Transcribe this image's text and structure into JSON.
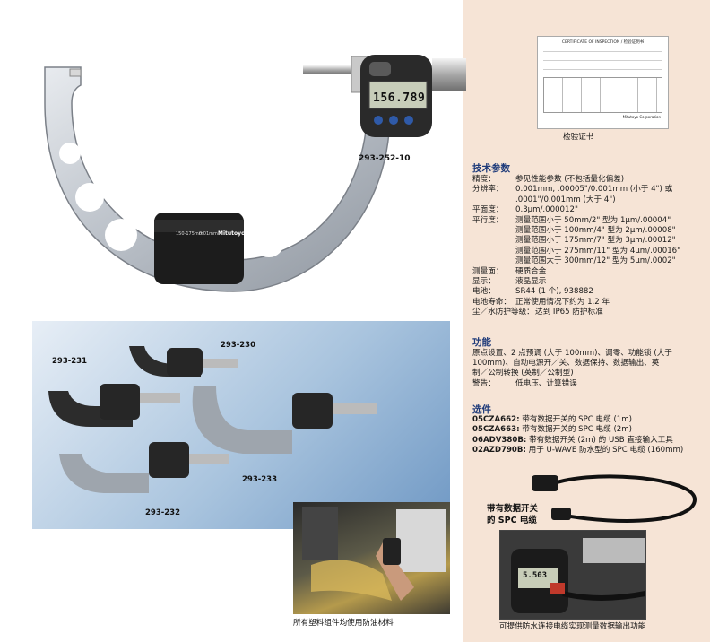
{
  "colors": {
    "heading": "#1f3b7a",
    "panel": "#f6e4d6"
  },
  "product_labels": {
    "main": "293-252-10",
    "a": "293-230",
    "b": "293-231",
    "c": "293-233",
    "d": "293-232"
  },
  "display": {
    "reading": "156.789",
    "reading_small": "5.503"
  },
  "frame_text": {
    "range": "150-175mm",
    "resolution": "0.01mm",
    "brand": "Mitutoyo"
  },
  "certificate": {
    "title": "CERTIFICATE OF INSPECTION / 检验证明书",
    "footer": "Mitutoyo Corporation",
    "caption": "检验证书"
  },
  "photo_captions": {
    "machining": "所有塑料组件均使用防油材料",
    "cable_photo": "可提供防水连接电缆实现测量数据输出功能",
    "cable_label_1": "带有数据开关",
    "cable_label_2": "的 SPC 电缆"
  },
  "specs": {
    "heading": "技术参数",
    "rows": [
      {
        "k": "精度：",
        "v": "参见性能参数 (不包括量化偏差)"
      },
      {
        "k": "分辨率：",
        "v": "0.001mm, .00005\"/0.001mm (小于 4\") 或"
      },
      {
        "k": "",
        "v": ".0001\"/0.001mm (大于 4\")"
      },
      {
        "k": "平面度：",
        "v": "0.3μm/.000012\""
      },
      {
        "k": "平行度：",
        "v": "测量范围小于 50mm/2\" 型为 1μm/.00004\""
      },
      {
        "k": "",
        "v": "测量范围小于 100mm/4\" 型为 2μm/.00008\""
      },
      {
        "k": "",
        "v": "测量范围小于 175mm/7\" 型为 3μm/.00012\""
      },
      {
        "k": "",
        "v": "测量范围小于 275mm/11\" 型为 4μm/.00016\""
      },
      {
        "k": "",
        "v": "测量范围大于 300mm/12\" 型为 5μm/.0002\""
      },
      {
        "k": "测量面：",
        "v": "硬质合金"
      },
      {
        "k": "显示：",
        "v": "液晶显示"
      },
      {
        "k": "电池：",
        "v": "SR44 (1 个), 938882"
      },
      {
        "k": "电池寿命：",
        "v": "正常使用情况下约为 1.2 年"
      },
      {
        "k": "尘／水防护等级：",
        "v": "达到 IP65 防护标准"
      }
    ]
  },
  "functions": {
    "heading": "功能",
    "lines": [
      "原点设置、2 点预调 (大于 100mm)、调零、功能锁 (大于",
      "100mm)、自动电源开／关、数据保持、数据输出、英",
      "制／公制转换 (英制／公制型)"
    ],
    "alarm_k": "警告：",
    "alarm_v": "低电压、计算错误"
  },
  "options": {
    "heading": "选件",
    "rows": [
      {
        "code": "05CZA662:",
        "desc": "带有数据开关的 SPC 电缆 (1m)"
      },
      {
        "code": "05CZA663:",
        "desc": "带有数据开关的 SPC 电缆 (2m)"
      },
      {
        "code": "06ADV380B:",
        "desc": "带有数据开关 (2m) 的 USB 直接输入工具"
      },
      {
        "code": "02AZD790B:",
        "desc": "用于 U-WAVE 防水型的 SPC 电缆 (160mm)"
      }
    ]
  }
}
